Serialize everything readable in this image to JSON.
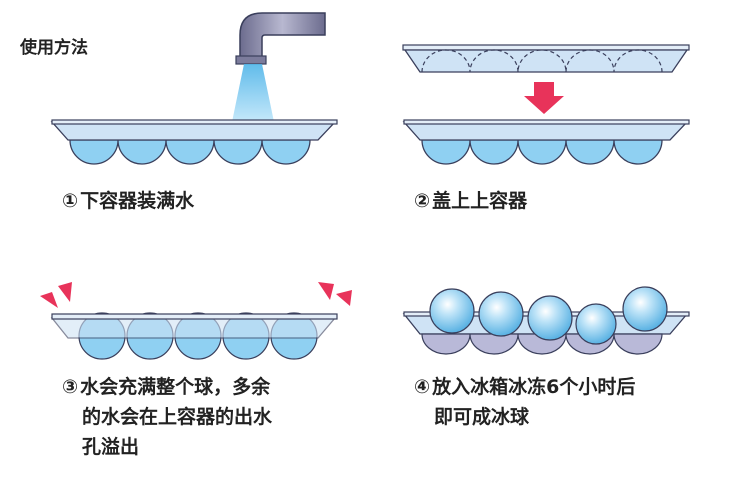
{
  "title": "使用方法",
  "steps": [
    {
      "num": "①",
      "lines": [
        "下容器装满水"
      ]
    },
    {
      "num": "②",
      "lines": [
        "盖上上容器"
      ]
    },
    {
      "num": "③",
      "lines": [
        "水会充满整个球，多余",
        "的水会在上容器的出水",
        "孔溢出"
      ]
    },
    {
      "num": "④",
      "lines": [
        "放入冰箱冰冻6个小时后",
        "即可成冰球"
      ]
    }
  ],
  "colors": {
    "tray_fill": "#cfe3f5",
    "tray_stroke": "#3a3f5c",
    "water": "#7cc6ee",
    "arrow": "#e8335a",
    "faucet": "#8a8aa8"
  }
}
